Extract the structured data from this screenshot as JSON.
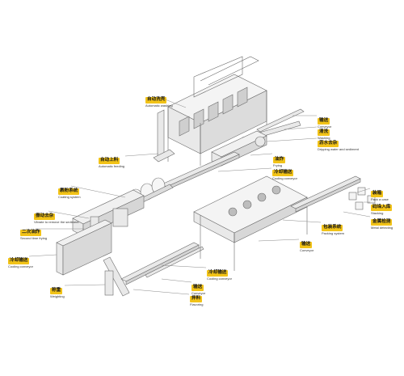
{
  "colors": {
    "tag_fill": "#f2c318",
    "machine_stroke": "#6b6b6b",
    "machine_fill": "#e9e9e9",
    "leader_line": "#8a8a8a"
  },
  "labels": {
    "automatic_washing": {
      "zh": "自动洗壳",
      "en": "Automatic washing"
    },
    "conveyor_top": {
      "zh": "输送",
      "en": "Conveyor"
    },
    "washing": {
      "zh": "清洗",
      "en": "Washing"
    },
    "draining": {
      "zh": "沥水去杂",
      "en": "Dripping water and sediment"
    },
    "automatic_feeding": {
      "zh": "自动上料",
      "en": "Automatic feeding"
    },
    "frying": {
      "zh": "油炸",
      "en": "Frying"
    },
    "cooling_conveyor_mid": {
      "zh": "冷却输送",
      "en": "Cooling conveyor"
    },
    "coating_system": {
      "zh": "裹粉系统",
      "en": "Coating system"
    },
    "vibrate_sediment": {
      "zh": "振动去杂",
      "en": "Vibrate to remove the sediment"
    },
    "second_frying": {
      "zh": "二次油炸",
      "en": "Second time frying"
    },
    "cooling_conveyor_left": {
      "zh": "冷却输送",
      "en": "Cooling conveyor"
    },
    "weighing": {
      "zh": "称重",
      "en": "Weighting"
    },
    "cooling_conveyor_bottom": {
      "zh": "冷却输送",
      "en": "Cooling conveyor"
    },
    "conveyor_bottom": {
      "zh": "输送",
      "en": "Conveyor"
    },
    "flavoring": {
      "zh": "拌料",
      "en": "Flavoring"
    },
    "pack_case": {
      "zh": "装箱",
      "en": "Pack a case"
    },
    "stacking": {
      "zh": "码垛入库",
      "en": "Stacking"
    },
    "metal_detecting": {
      "zh": "金属检测",
      "en": "Metal detecting"
    },
    "packing_system": {
      "zh": "包装系统",
      "en": "Packing system"
    },
    "conveyor_right": {
      "zh": "输送",
      "en": "Conveyor"
    }
  }
}
